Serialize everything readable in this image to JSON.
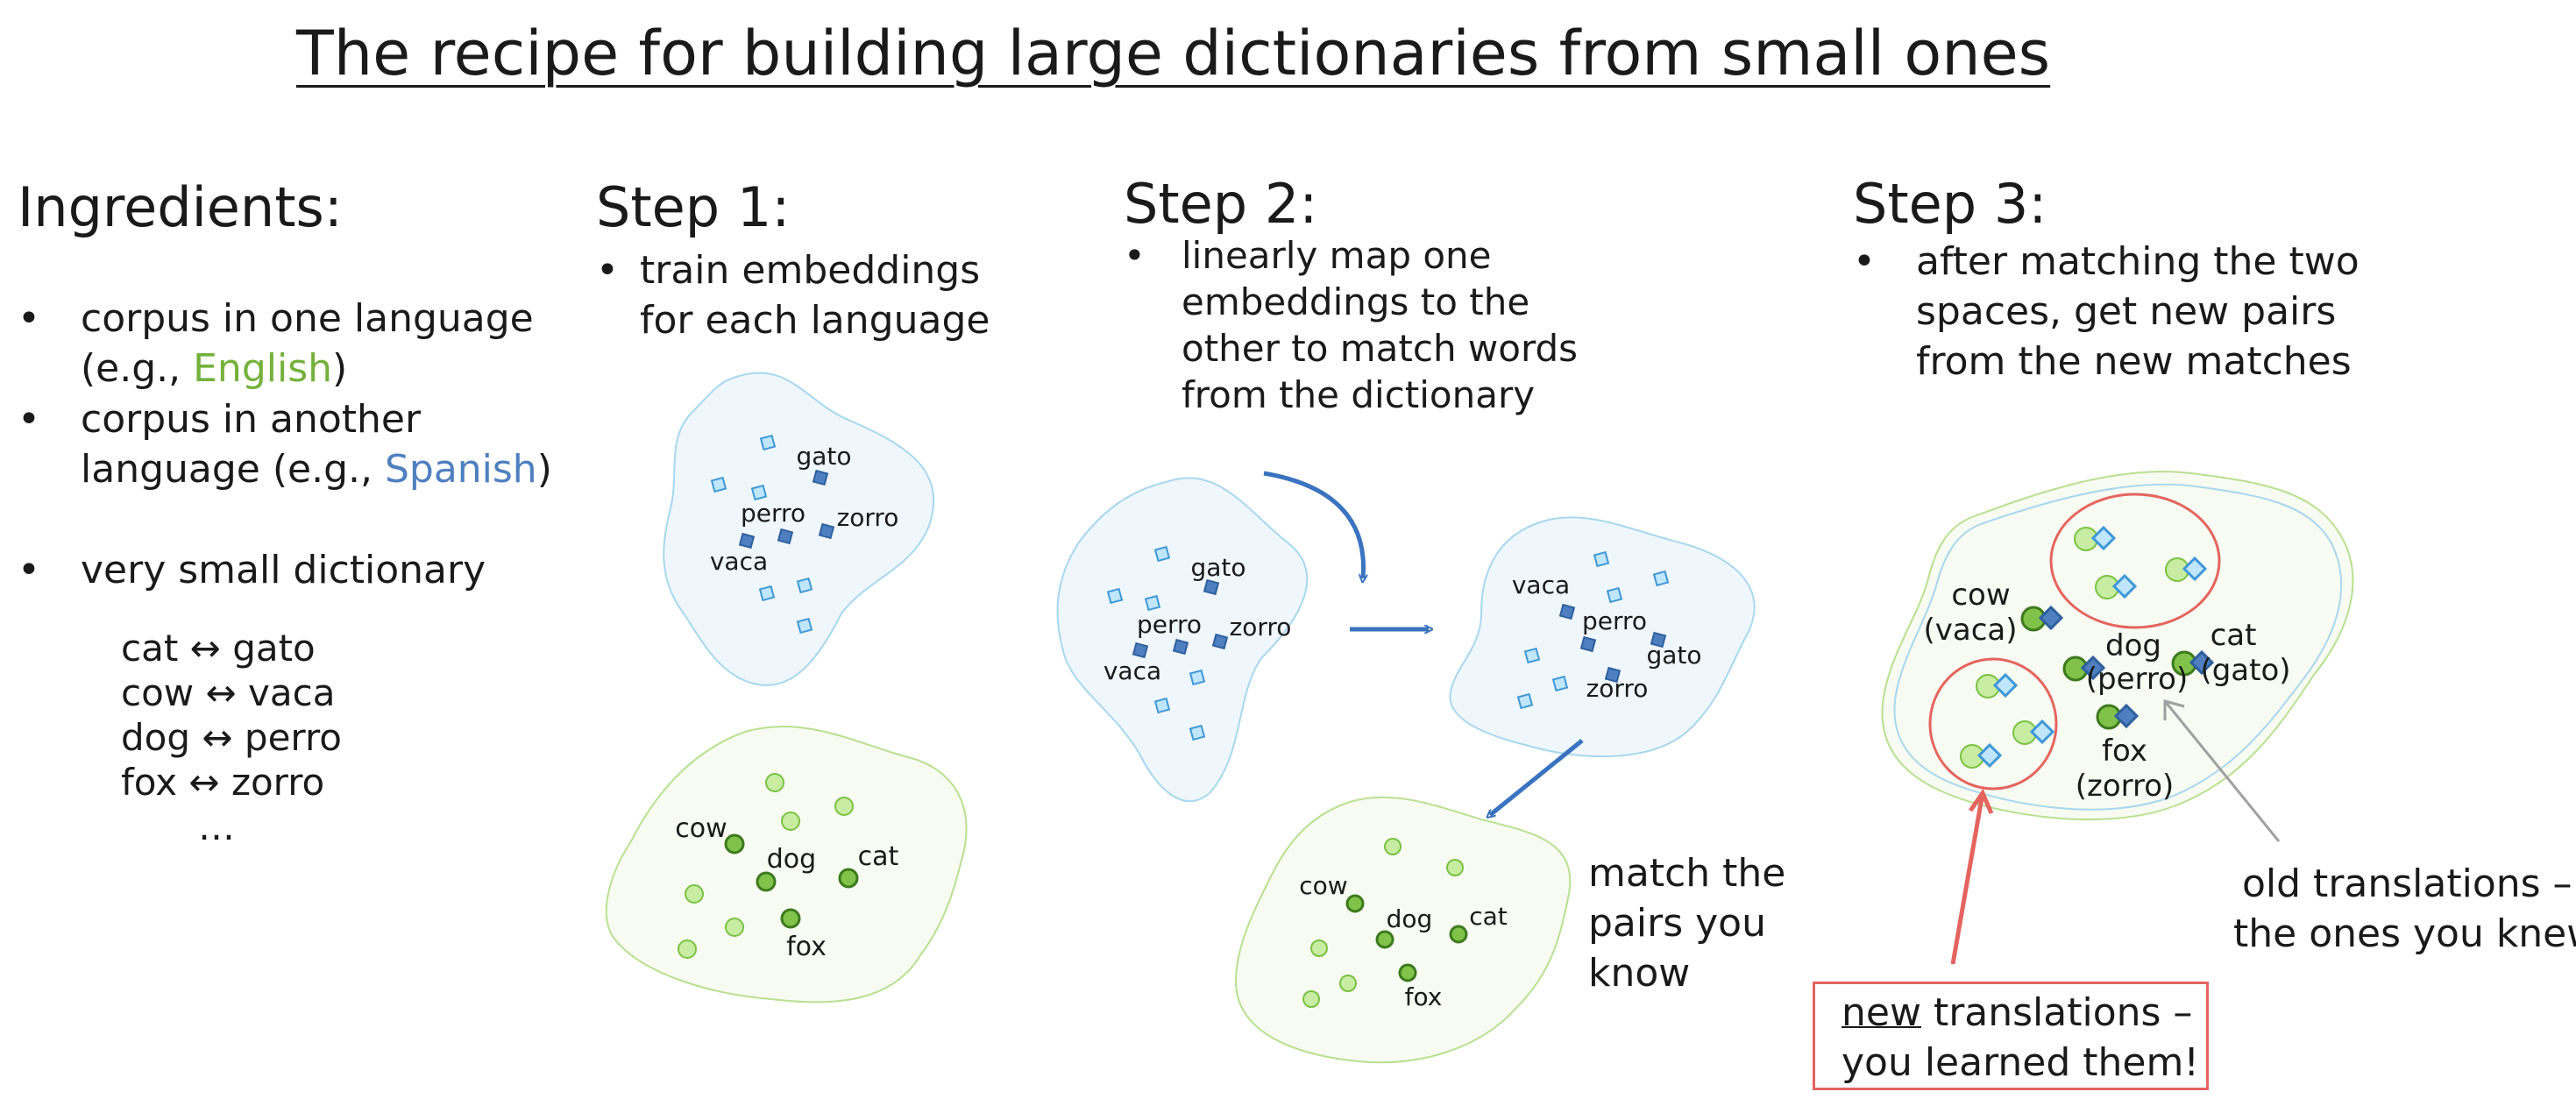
{
  "title": "The recipe for building large dictionaries from small ones",
  "ingredients": {
    "heading": "Ingredients:",
    "bullet1_line1": "corpus in one language",
    "bullet1_pre": "(e.g., ",
    "bullet1_lang": "English",
    "bullet1_post": ")",
    "bullet2_line1": "corpus in another",
    "bullet2_pre": "language (e.g., ",
    "bullet2_lang": "Spanish",
    "bullet2_post": ")",
    "bullet3": "very small dictionary",
    "dictionary": [
      "cat ↔ gato",
      "cow ↔ vaca",
      "dog ↔ perro",
      "fox ↔ zorro",
      "…"
    ]
  },
  "step1": {
    "heading": "Step 1:",
    "lines": [
      "train embeddings",
      "for each language"
    ]
  },
  "step2": {
    "heading": "Step 2:",
    "lines": [
      "linearly map one",
      "embeddings to the",
      "other to match words",
      "from the  dictionary"
    ],
    "side_note": [
      "match the",
      "pairs you",
      "know"
    ]
  },
  "step3": {
    "heading": "Step 3:",
    "lines": [
      "after matching the two",
      "spaces, get new pairs",
      "from the new matches"
    ],
    "old_note": [
      "old translations –",
      "the ones you knew"
    ],
    "new_note_word": "new",
    "new_note_rest": " translations –",
    "new_note_line2": "you learned them!"
  },
  "words": {
    "gato": "gato",
    "perro": "perro",
    "zorro": "zorro",
    "vaca": "vaca",
    "cow": "cow",
    "dog": "dog",
    "cat": "cat",
    "fox": "fox",
    "cow_vaca": "(vaca)",
    "dog_perro": "(perro)",
    "cat_gato": "(gato)",
    "fox_zorro": "(zorro)"
  },
  "colors": {
    "spanish_cloud_fill": "#eff7fc",
    "spanish_cloud_stroke": "#a8d7ee",
    "english_cloud_fill": "#f7fbf2",
    "english_cloud_stroke": "#b8e090",
    "diamond_fill": "#bfe6fa",
    "diamond_stroke": "#3f97d8",
    "diamond_dark": "#4f7fbf",
    "dot_fill": "#c8eca2",
    "dot_stroke": "#79c243",
    "dot_dark": "#80c24a",
    "arrow_blue": "#3a73bf",
    "arrow_red": "#e4645f",
    "arrow_gray": "#a0a0a0"
  }
}
